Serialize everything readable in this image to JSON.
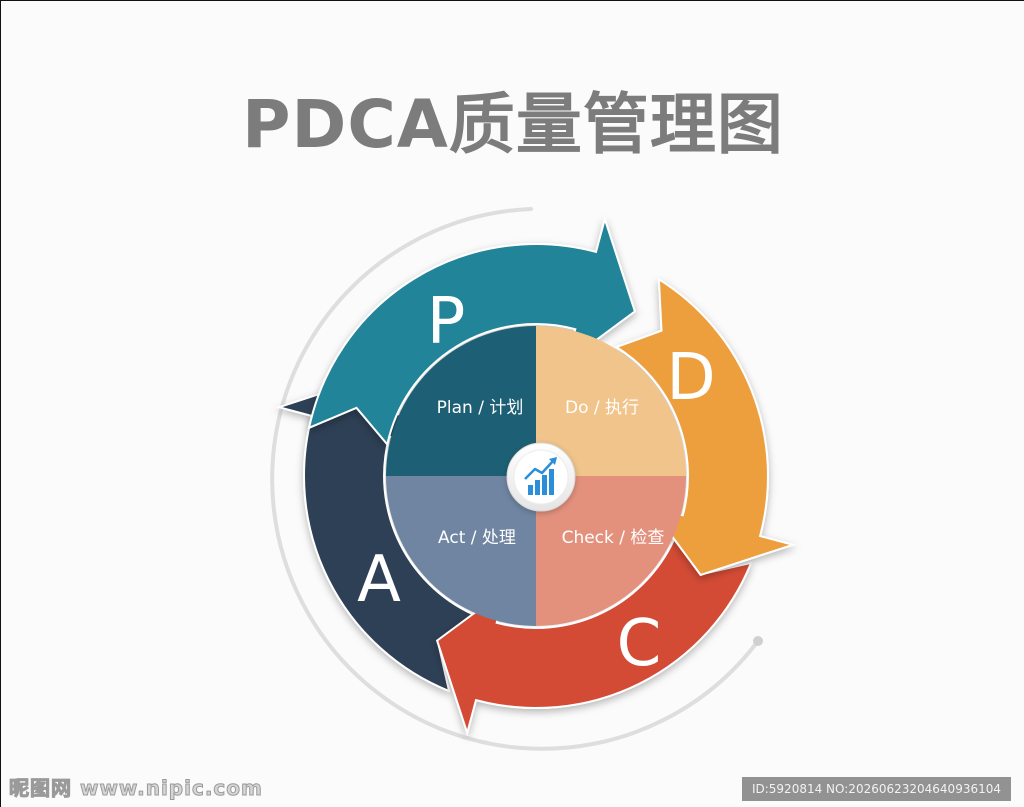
{
  "title": "PDCA质量管理图",
  "stages": {
    "plan": {
      "letter": "P",
      "label": "Plan / 计划",
      "color": "#248498",
      "inner": "#1d5f74"
    },
    "do": {
      "letter": "D",
      "label": "Do / 执行",
      "color": "#ee9f3c",
      "inner": "#f0c48a"
    },
    "check": {
      "letter": "C",
      "label": "Check / 检查",
      "color": "#d34b35",
      "inner": "#e3917d"
    },
    "act": {
      "letter": "A",
      "label": "Act / 处理",
      "color": "#2f3f54",
      "inner": "#6f85a2"
    }
  },
  "center_icon": "bar-chart-growth-icon",
  "watermark": {
    "left": "昵图网 www.nipic.com",
    "right": "ID:5920814 NO:20260623204640936104"
  }
}
